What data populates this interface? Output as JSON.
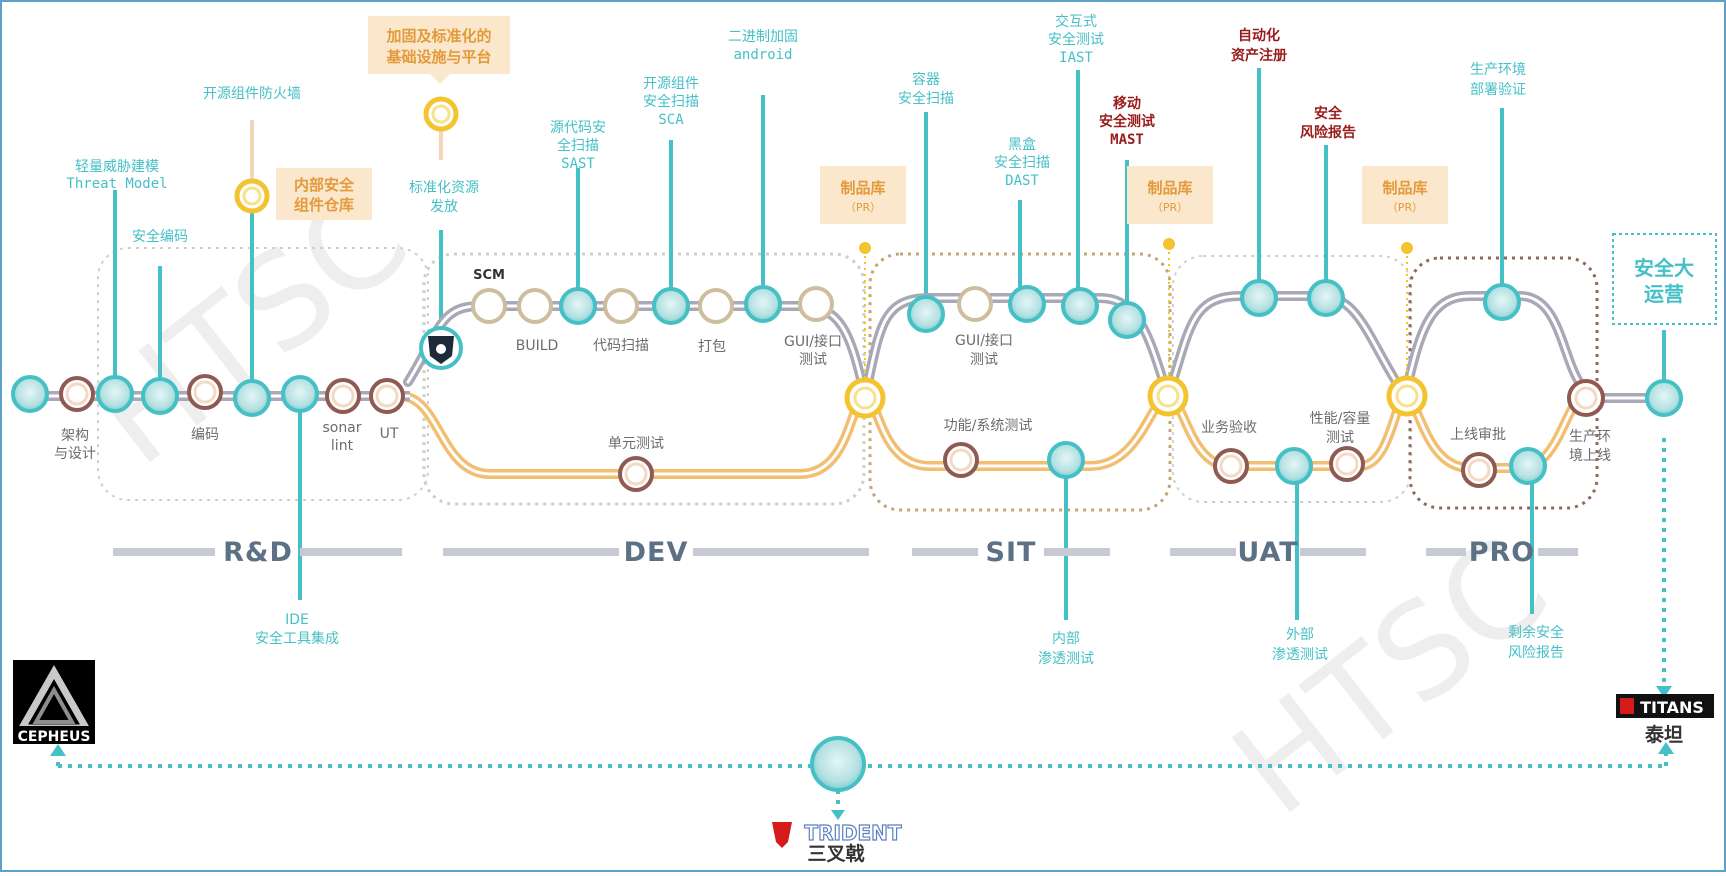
{
  "stages": {
    "arch": [
      "架构",
      "与设计"
    ],
    "code": "编码",
    "sonar": [
      "sonar",
      "lint"
    ],
    "ut": "UT",
    "scm": "SCM",
    "build": "BUILD",
    "code_scan": "代码扫描",
    "package": "打包",
    "gui_dev": [
      "GUI/接口",
      "测试"
    ],
    "unit_test": "单元测试",
    "gui_sit": [
      "GUI/接口",
      "测试"
    ],
    "func_test": "功能/系统测试",
    "biz_accept": "业务验收",
    "perf_test": [
      "性能/容量",
      "测试"
    ],
    "launch_approve": "上线审批",
    "prod_launch": [
      "生产环",
      "境上线"
    ]
  },
  "security_labels": {
    "threat_model": [
      "轻量威胁建模",
      "Threat Model"
    ],
    "secure_coding": "安全编码",
    "oss_firewall": "开源组件防火墙",
    "internal_repo": [
      "内部安全",
      "组件仓库"
    ],
    "hardened_platform": [
      "加固及标准化的",
      "基础设施与平台"
    ],
    "std_resource": [
      "标准化资源",
      "发放"
    ],
    "sast": [
      "源代码安",
      "全扫描",
      "SAST"
    ],
    "sca": [
      "开源组件",
      "安全扫描",
      "SCA"
    ],
    "binary_harden": [
      "二进制加固",
      "android"
    ],
    "container_scan": [
      "容器",
      "安全扫描"
    ],
    "dast": [
      "黑盒",
      "安全扫描",
      "DAST"
    ],
    "iast": [
      "交互式",
      "安全测试",
      "IAST"
    ],
    "mast": [
      "移动",
      "安全测试",
      "MAST"
    ],
    "asset_reg": [
      "自动化",
      "资产注册"
    ],
    "risk_report": [
      "安全",
      "风险报告"
    ],
    "prod_verify": [
      "生产环境",
      "部署验证"
    ],
    "ide": [
      "IDE",
      "安全工具集成"
    ],
    "internal_pentest": [
      "内部",
      "渗透测试"
    ],
    "external_pentest": [
      "外部",
      "渗透测试"
    ],
    "residual_risk": [
      "剩余安全",
      "风险报告"
    ],
    "sec_ops": [
      "安全大",
      "运营"
    ]
  },
  "artifact": [
    "制品库",
    "（PR）"
  ],
  "phases": [
    "R&D",
    "DEV",
    "SIT",
    "UAT",
    "PRO"
  ],
  "watermark": "HTSC",
  "brands": {
    "cepheus": "CEPHEUS",
    "titans": "TITANS",
    "titans_cn": "泰坦",
    "trident": "TRIDENT",
    "trident_cn": "三叉戟"
  },
  "colors": {
    "cyan": "#45c0c6",
    "gray_track": "#a8a8b6",
    "orange_track": "#f2bf72",
    "node_ring": "#8f5a52",
    "yellow": "#f4c430",
    "orange_box": "#fbe7cc",
    "phase_text": "#5d7186",
    "mast_red": "#9b1c1c"
  }
}
